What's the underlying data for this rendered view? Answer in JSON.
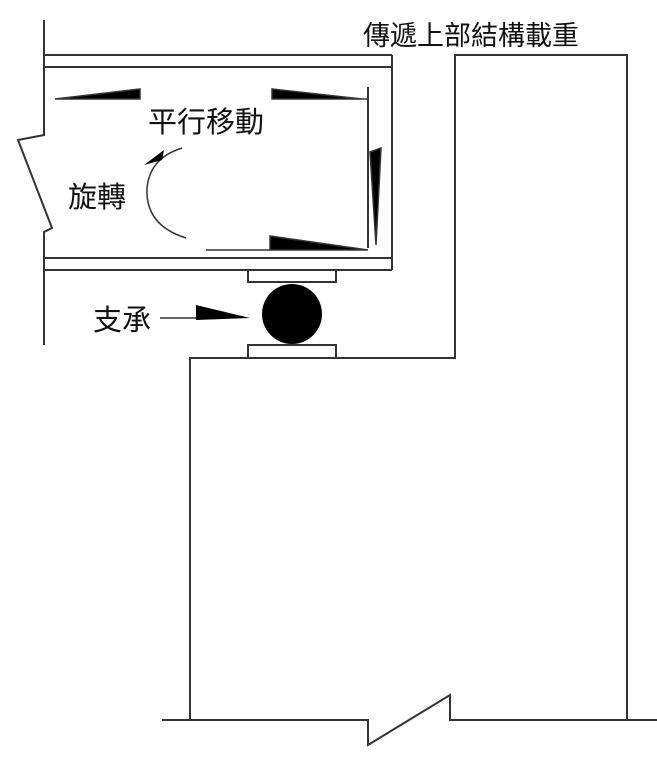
{
  "labels": {
    "load_transfer": "傳遞上部結構載重",
    "translation": "平行移動",
    "rotation": "旋轉",
    "bearing": "支承"
  },
  "colors": {
    "line": "#333333",
    "fill": "#000000",
    "background": "#ffffff"
  }
}
